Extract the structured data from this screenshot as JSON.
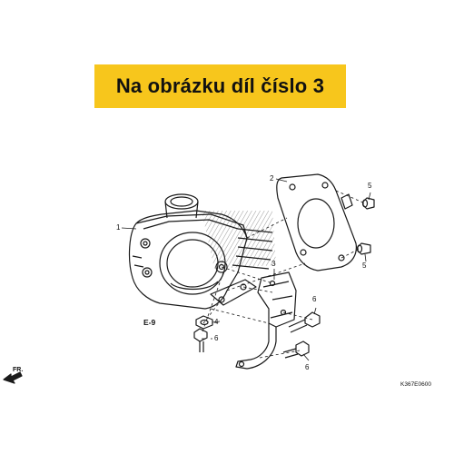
{
  "banner": {
    "text": "Na obrázku díl číslo 3",
    "color": "#f7c61c"
  },
  "diagram": {
    "callouts": [
      "1",
      "2",
      "3",
      "4",
      "5",
      "5",
      "6",
      "6",
      "6"
    ],
    "reference": "E-9",
    "direction_label": "FR.",
    "code": "K367E0600"
  },
  "colors": {
    "background": "#ffffff",
    "line": "#1a1a1a",
    "banner_text": "#111111"
  },
  "icons": {
    "direction": "front-arrow-icon"
  }
}
